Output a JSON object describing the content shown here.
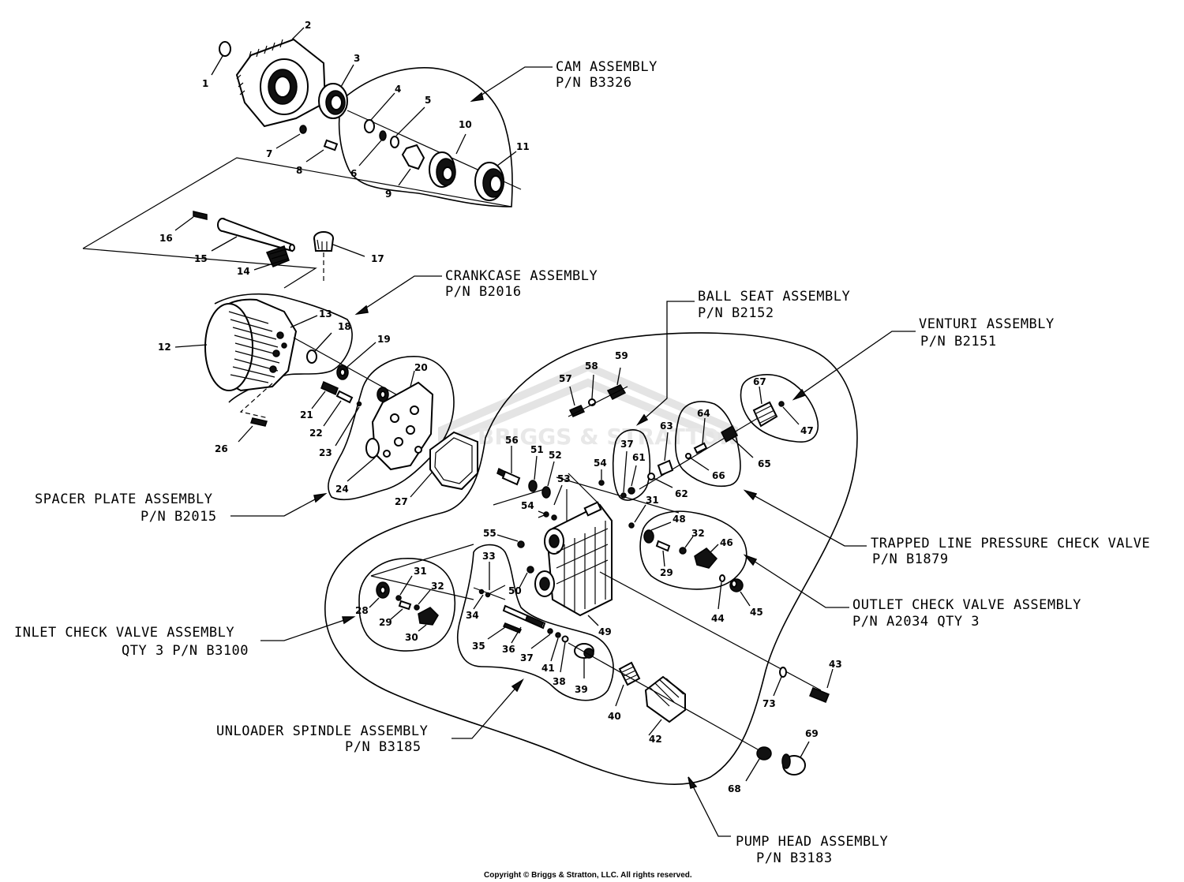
{
  "assemblies": {
    "cam": {
      "name": "CAM ASSEMBLY",
      "pn": "P/N  B3326"
    },
    "crankcase": {
      "name": "CRANKCASE ASSEMBLY",
      "pn": "P/N  B2016"
    },
    "ball_seat": {
      "name": "BALL SEAT ASSEMBLY",
      "pn": "P/N  B2152"
    },
    "venturi": {
      "name": "VENTURI ASSEMBLY",
      "pn": "P/N  B2151"
    },
    "spacer_plate": {
      "name": "SPACER PLATE ASSEMBLY",
      "pn": "P/N  B2015"
    },
    "trapped_line": {
      "name": "TRAPPED LINE PRESSURE CHECK VALVE",
      "pn": "P/N  B1879"
    },
    "outlet_check": {
      "name": "OUTLET CHECK VALVE ASSEMBLY",
      "pn": "P/N  A2034  QTY 3"
    },
    "inlet_check": {
      "name": "INLET CHECK VALVE ASSEMBLY",
      "pn": "QTY 3  P/N B3100"
    },
    "unloader": {
      "name": "UNLOADER SPINDLE ASSEMBLY",
      "pn": "P/N  B3185"
    },
    "pump_head": {
      "name": "PUMP HEAD ASSEMBLY",
      "pn": "P/N  B3183"
    }
  },
  "parts": {
    "p1": "1",
    "p2": "2",
    "p3": "3",
    "p4": "4",
    "p5": "5",
    "p6": "6",
    "p7": "7",
    "p8": "8",
    "p9": "9",
    "p10": "10",
    "p11": "11",
    "p12": "12",
    "p13": "13",
    "p14": "14",
    "p15": "15",
    "p16": "16",
    "p17": "17",
    "p18": "18",
    "p19": "19",
    "p20": "20",
    "p21": "21",
    "p22": "22",
    "p23": "23",
    "p24": "24",
    "p26": "26",
    "p27": "27",
    "p28": "28",
    "p29a": "29",
    "p29b": "29",
    "p30": "30",
    "p31a": "31",
    "p31b": "31",
    "p32a": "32",
    "p32b": "32",
    "p33": "33",
    "p34": "34",
    "p35": "35",
    "p36": "36",
    "p37a": "37",
    "p37b": "37",
    "p38": "38",
    "p39": "39",
    "p40": "40",
    "p41": "41",
    "p42": "42",
    "p43": "43",
    "p44": "44",
    "p45": "45",
    "p46": "46",
    "p47": "47",
    "p48": "48",
    "p49": "49",
    "p50": "50",
    "p51": "51",
    "p52": "52",
    "p53": "53",
    "p54a": "54",
    "p54b": "54",
    "p55": "55",
    "p56": "56",
    "p57": "57",
    "p58": "58",
    "p59": "59",
    "p61": "61",
    "p62": "62",
    "p63": "63",
    "p64": "64",
    "p65": "65",
    "p66": "66",
    "p67": "67",
    "p68": "68",
    "p69": "69",
    "p73": "73"
  },
  "watermark": "BRIGGS & STRATTON",
  "copyright": "Copyright © Briggs & Stratton, LLC. All rights reserved."
}
